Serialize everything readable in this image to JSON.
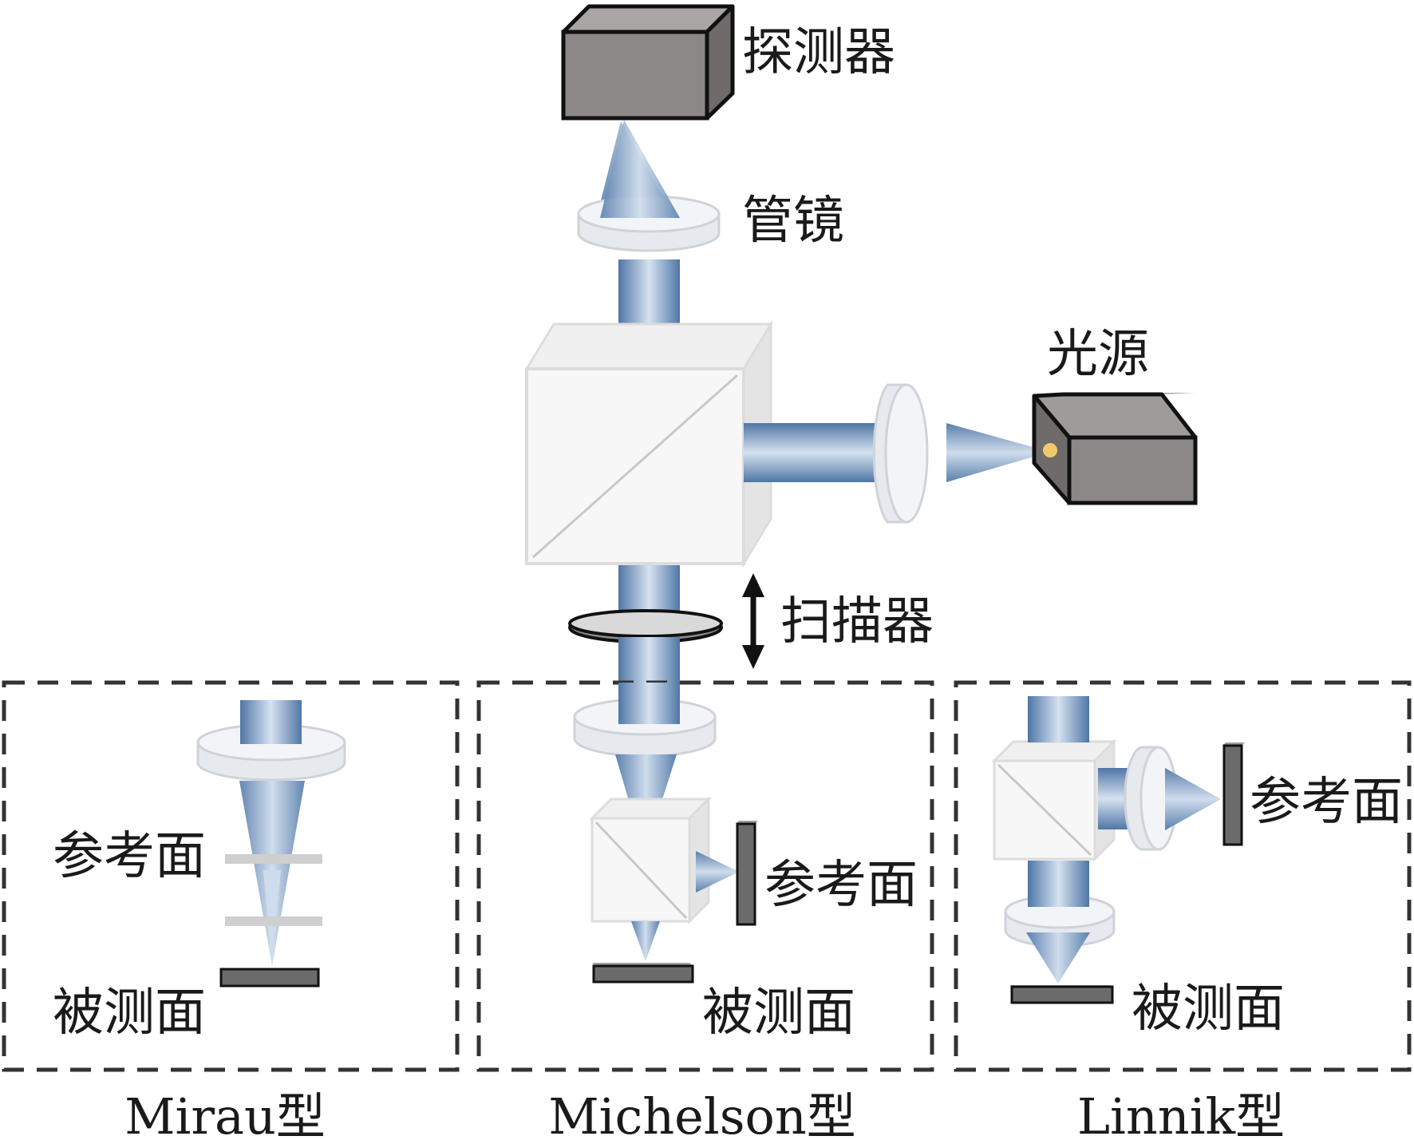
{
  "labels": {
    "detector": "探测器",
    "tube_lens": "管镜",
    "light_source": "光源",
    "scanner": "扫描器",
    "mirau_reference": "参考面",
    "mirau_sample": "被测面",
    "michelson_reference": "参考面",
    "michelson_sample": "被测面",
    "linnik_reference": "参考面",
    "linnik_sample": "被测面"
  },
  "types": {
    "mirau": "Mirau型",
    "michelson": "Michelson型",
    "linnik": "Linnik型"
  },
  "colors": {
    "beam_dark": "#4f76a6",
    "beam_light": "#d6e2f0",
    "box_gray": "#8c8888",
    "box_side": "#6f6b6b",
    "lens_fill": "#eceff3",
    "cube_fill": "#f7f7f7",
    "plate_dark": "#6b6b6b",
    "dash": "#333333",
    "spot": "#f2c96a"
  }
}
